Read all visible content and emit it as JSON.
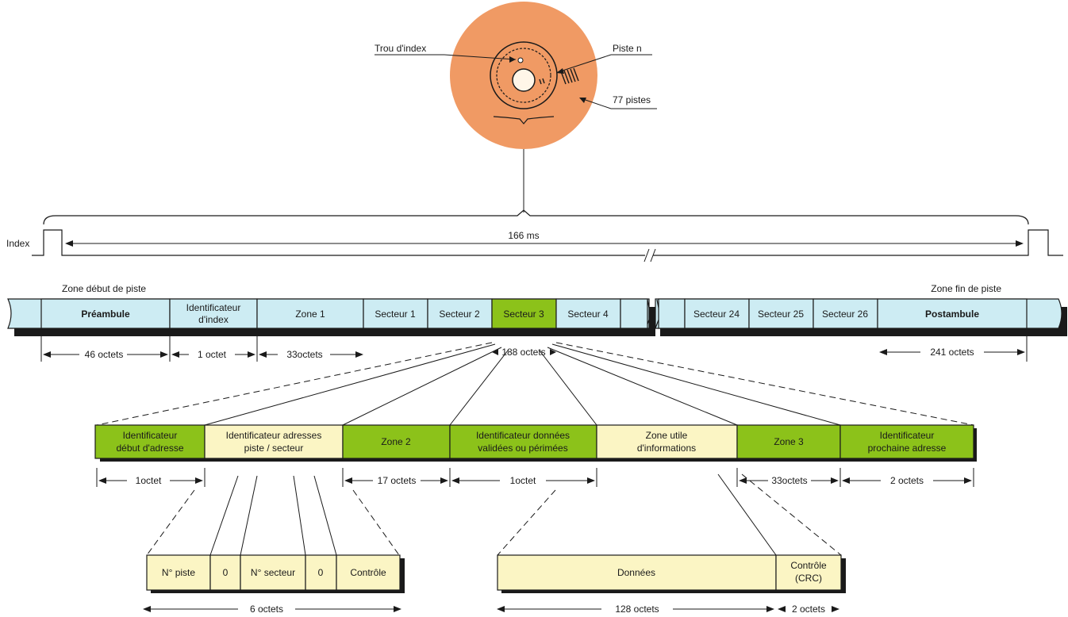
{
  "disk": {
    "label_index_hole": "Trou d'index",
    "label_track_n": "Piste n",
    "label_tracks": "77 pistes",
    "color": "#f09a64"
  },
  "timing": {
    "index_label": "Index",
    "period": "166 ms"
  },
  "track": {
    "zone_start": "Zone début de piste",
    "zone_end": "Zone fin de piste",
    "cells": [
      {
        "line1": "Préambule",
        "line2": ""
      },
      {
        "line1": "Identificateur",
        "line2": "d'index"
      },
      {
        "line1": "Zone 1",
        "line2": ""
      },
      {
        "line1": "Secteur 1",
        "line2": ""
      },
      {
        "line1": "Secteur 2",
        "line2": ""
      },
      {
        "line1": "Secteur 3",
        "line2": ""
      },
      {
        "line1": "Secteur 4",
        "line2": ""
      },
      {
        "line1": "Secteur 24",
        "line2": ""
      },
      {
        "line1": "Secteur 25",
        "line2": ""
      },
      {
        "line1": "Secteur 26",
        "line2": ""
      },
      {
        "line1": "Postambule",
        "line2": ""
      }
    ],
    "dims": [
      "46 octets",
      "1 octet",
      "33octets",
      "188 octets",
      "241 octets"
    ]
  },
  "sector": {
    "cells": [
      {
        "line1": "Identificateur",
        "line2": "début d'adresse"
      },
      {
        "line1": "Identificateur adresses",
        "line2": "piste / secteur"
      },
      {
        "line1": "Zone 2",
        "line2": ""
      },
      {
        "line1": "Identificateur données",
        "line2": "validées ou périmées"
      },
      {
        "line1": "Zone utile",
        "line2": "d'informations"
      },
      {
        "line1": "Zone 3",
        "line2": ""
      },
      {
        "line1": "Identificateur",
        "line2": "prochaine adresse"
      }
    ],
    "dims": [
      "1octet",
      "17 octets",
      "1octet",
      "33octets",
      "2 octets"
    ]
  },
  "address_detail": {
    "cells": [
      "N° piste",
      "0",
      "N° secteur",
      "0",
      "Contrôle"
    ],
    "dim": "6 octets"
  },
  "data_detail": {
    "cells": [
      {
        "line1": "Données",
        "line2": ""
      },
      {
        "line1": "Contrôle",
        "line2": "(CRC)"
      }
    ],
    "dims": [
      "128 octets",
      "2 octets"
    ]
  },
  "colors": {
    "track_fill": "#cdecf3",
    "highlight_green": "#8cc21a",
    "pale_yellow": "#fbf5c4"
  }
}
